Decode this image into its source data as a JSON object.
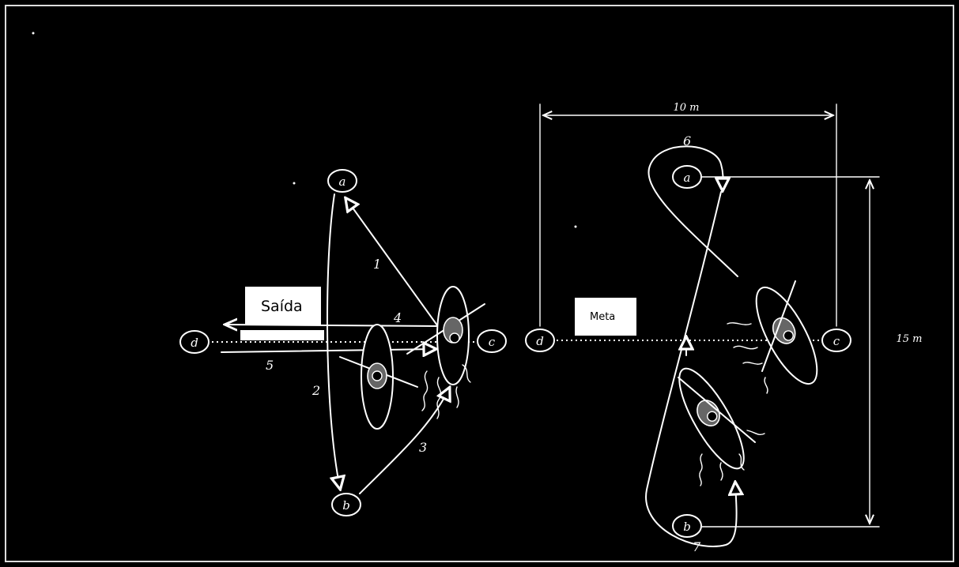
{
  "left_course": {
    "start_label": "Saída",
    "buoys": {
      "a": "a",
      "b": "b",
      "c": "c",
      "d": "d"
    },
    "route_numbers": [
      "1",
      "2",
      "3",
      "4",
      "5"
    ]
  },
  "right_course": {
    "finish_label": "Meta",
    "width_dimension": "10 m",
    "height_dimension": "15 m",
    "buoys": {
      "a": "a",
      "b": "b",
      "c": "c",
      "d": "d"
    },
    "route_numbers": [
      "6",
      "7"
    ]
  },
  "colors": {
    "background": "#000000",
    "line": "#ffffff",
    "label_box": "#ffffff"
  }
}
